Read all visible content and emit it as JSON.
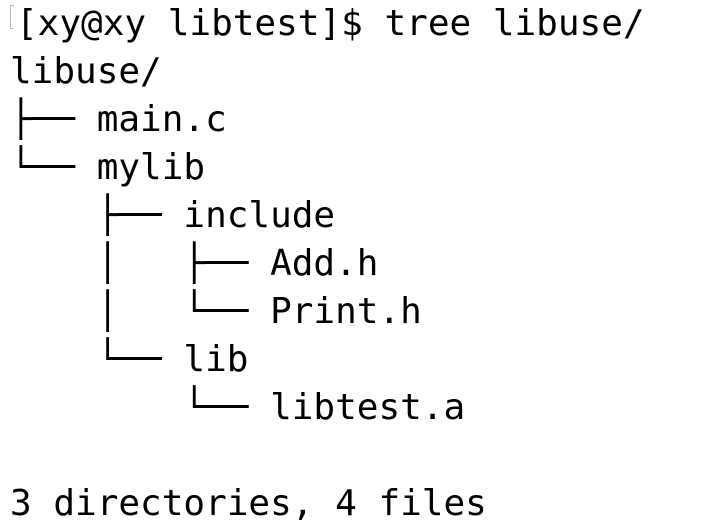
{
  "terminal": {
    "prompt": "[xy@xy libtest]$ ",
    "command": "tree libuse/",
    "tree_lines": [
      "libuse/",
      "├── main.c",
      "└── mylib",
      "    ├── include",
      "    │   ├── Add.h",
      "    │   └── Print.h",
      "    └── lib",
      "        └── libtest.a"
    ],
    "blank_line": "",
    "summary": "3 directories, 4 files"
  }
}
